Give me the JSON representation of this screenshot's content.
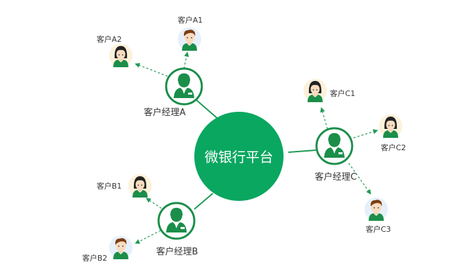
{
  "platform": {
    "label": "微银行平台"
  },
  "managers": [
    {
      "id": "A",
      "label": "客户经理A"
    },
    {
      "id": "B",
      "label": "客户经理B"
    },
    {
      "id": "C",
      "label": "客户经理C"
    }
  ],
  "customers": [
    {
      "id": "A1",
      "label": "客户A1",
      "type": "male"
    },
    {
      "id": "A2",
      "label": "客户A2",
      "type": "female"
    },
    {
      "id": "B1",
      "label": "客户B1",
      "type": "female"
    },
    {
      "id": "B2",
      "label": "客户B2",
      "type": "male"
    },
    {
      "id": "C1",
      "label": "客户C1",
      "type": "female"
    },
    {
      "id": "C2",
      "label": "客户C2",
      "type": "female"
    },
    {
      "id": "C3",
      "label": "客户C3",
      "type": "male"
    }
  ],
  "colors": {
    "brand_green": "#0aa760",
    "dark_green": "#1b8e4a",
    "line_green": "#1e9a56",
    "text": "#333333",
    "male_bg": "#e6f0fb",
    "female_bg": "#fdf1da"
  }
}
